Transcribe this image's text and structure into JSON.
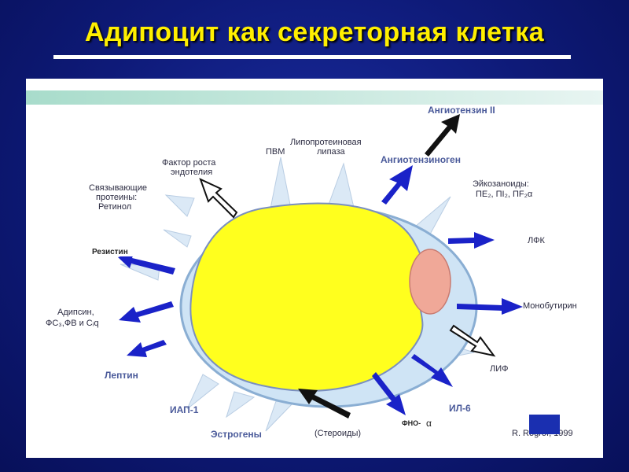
{
  "title": "Адипоцит как секреторная клетка",
  "labels": {
    "angiotensin2": "Ангиотензин II",
    "lipoprotein_line1": "Липопротеиновая",
    "lipoprotein_line2": "липаза",
    "pvm": "ПВМ",
    "growth_factor_line1": "Фактор роста",
    "growth_factor_line2": "эндотелия",
    "binding_line1": "Связывающие",
    "binding_line2": "протеины:",
    "binding_line3": "Ретинол",
    "angiotensinogen": "Ангиотензиноген",
    "eicosanoids_line1": "Эйкозаноиды:",
    "eicosanoids_line2": "ПЕ₂, ПІ₂, ПF₂α",
    "resistin": "Резистин",
    "lfk": "ЛФК",
    "monobutyrin": "Монобутирин",
    "adipsin_line1": "Адипсин,",
    "adipsin_line2": "ФС₃,ФВ и Сᵢq",
    "lif": "ЛИФ",
    "leptin": "Лептин",
    "iap1": "ИАП-1",
    "il6": "ИЛ-6",
    "fno": "ФНО-",
    "fno_alpha": "α",
    "estrogens": "Эстрогены",
    "steroids": "(Стероиды)",
    "credit": "R. Rogrof, 1999"
  },
  "colors": {
    "title": "#ffef00",
    "background": "#0e1a78",
    "nucleus": "#ffff1e",
    "cell_membrane": "#cfe4f5",
    "arrow_blue": "#1a22c8",
    "arrow_pale": "#dbe9f6",
    "organelle": "#f0a898",
    "top_band": "#bfe3d8"
  }
}
